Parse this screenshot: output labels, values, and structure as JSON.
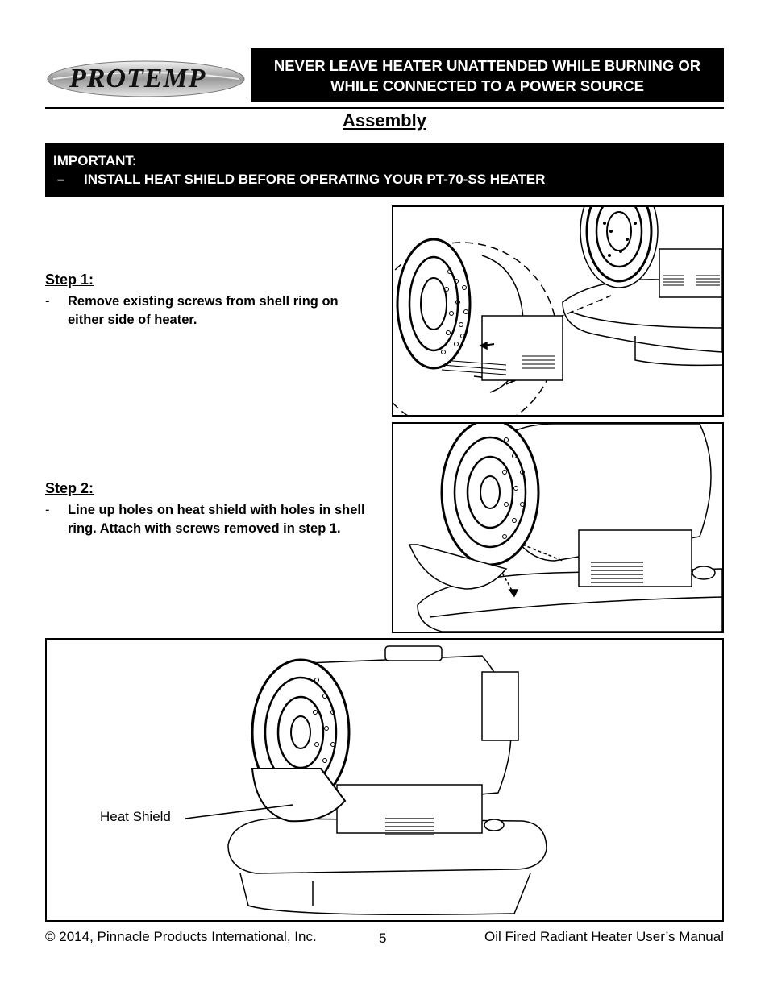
{
  "header": {
    "logo_text": "PROTEMP",
    "warning_line1": "NEVER LEAVE HEATER UNATTENDED WHILE BURNING OR",
    "warning_line2": "WHILE CONNECTED TO A POWER SOURCE"
  },
  "section_title": "Assembly",
  "important": {
    "heading": "IMPORTANT:",
    "items": [
      {
        "dash": "–",
        "text": "INSTALL HEAT SHIELD BEFORE OPERATING YOUR PT-70-SS HEATER"
      }
    ]
  },
  "steps": [
    {
      "title": "Step 1:",
      "bullet": "-",
      "text": "Remove existing screws from shell ring on either side of heater."
    },
    {
      "title": "Step 2:",
      "bullet": "-",
      "text": "Line up holes on heat shield with holes in shell ring. Attach with screws removed in step 1."
    }
  ],
  "figures": {
    "final_label": "Heat Shield"
  },
  "footer": {
    "copyright": "© 2014, Pinnacle Products International, Inc.",
    "page_number": "5",
    "manual_title": "Oil Fired Radiant Heater User’s Manual"
  }
}
